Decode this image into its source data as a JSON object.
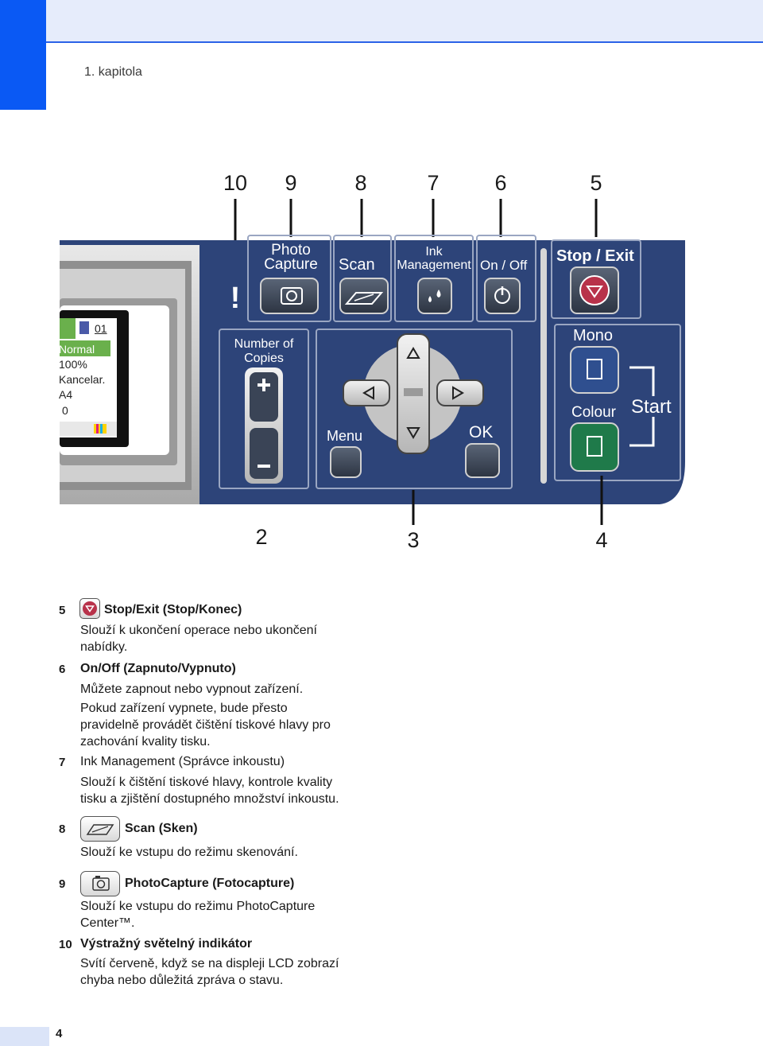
{
  "header": {
    "chapter": "1. kapitola"
  },
  "callouts": {
    "top": [
      "10",
      "9",
      "8",
      "7",
      "6",
      "5"
    ],
    "bottom": [
      "2",
      "3",
      "4"
    ]
  },
  "panel": {
    "photo_capture": "Photo Capture",
    "photo_capture_l1": "Photo",
    "photo_capture_l2": "Capture",
    "scan": "Scan",
    "ink_l1": "Ink",
    "ink_l2": "Management",
    "onoff": "On / Off",
    "stop_exit": "Stop / Exit",
    "number_copies_l1": "Number of",
    "number_copies_l2": "Copies",
    "menu": "Menu",
    "ok": "OK",
    "mono": "Mono",
    "colour": "Colour",
    "start": "Start",
    "warning": "!",
    "lcd": {
      "counter": "01",
      "quality": "Normal",
      "zoom": "100%",
      "paper_type": "Kancelar.",
      "paper_size": "A4",
      "extra": "0"
    }
  },
  "items": [
    {
      "num": "5",
      "title": "Stop/Exit (Stop/Konec)",
      "icon": "stop-icon",
      "lines": [
        "Slouží k ukončení operace nebo ukončení",
        "nabídky."
      ]
    },
    {
      "num": "6",
      "title": "On/Off (Zapnuto/Vypnuto)",
      "lines": [
        "Můžete zapnout nebo vypnout zařízení.",
        "Pokud zařízení vypnete, bude přesto",
        "pravidelně provádět čištění tiskové hlavy pro",
        "zachování kvality tisku."
      ]
    },
    {
      "num": "7",
      "title": "Ink Management (Správce inkoustu)",
      "lines": [
        "Slouží k čištění tiskové hlavy, kontrole kvality",
        "tisku a zjištění dostupného množství inkoustu."
      ]
    },
    {
      "num": "8",
      "title": "Scan (Sken)",
      "icon": "scan-icon",
      "lines": [
        "Slouží ke vstupu do režimu skenování."
      ]
    },
    {
      "num": "9",
      "title": "PhotoCapture (Fotocapture)",
      "icon": "camera-icon",
      "lines": [
        "Slouží ke vstupu do režimu PhotoCapture",
        "Center™."
      ]
    },
    {
      "num": "10",
      "title": "Výstražný světelný indikátor",
      "lines": [
        "Svítí červeně, když se na displeji LCD zobrazí",
        "chyba nebo důležitá zpráva o stavu."
      ]
    }
  ],
  "footer": {
    "page": "4"
  },
  "colors": {
    "panel_blue": "#2d4479",
    "accent_blue": "#0a59f4",
    "stop_red": "#b8324a",
    "start_green": "#1f7a4a",
    "mono_blue": "#2f4f8f"
  }
}
